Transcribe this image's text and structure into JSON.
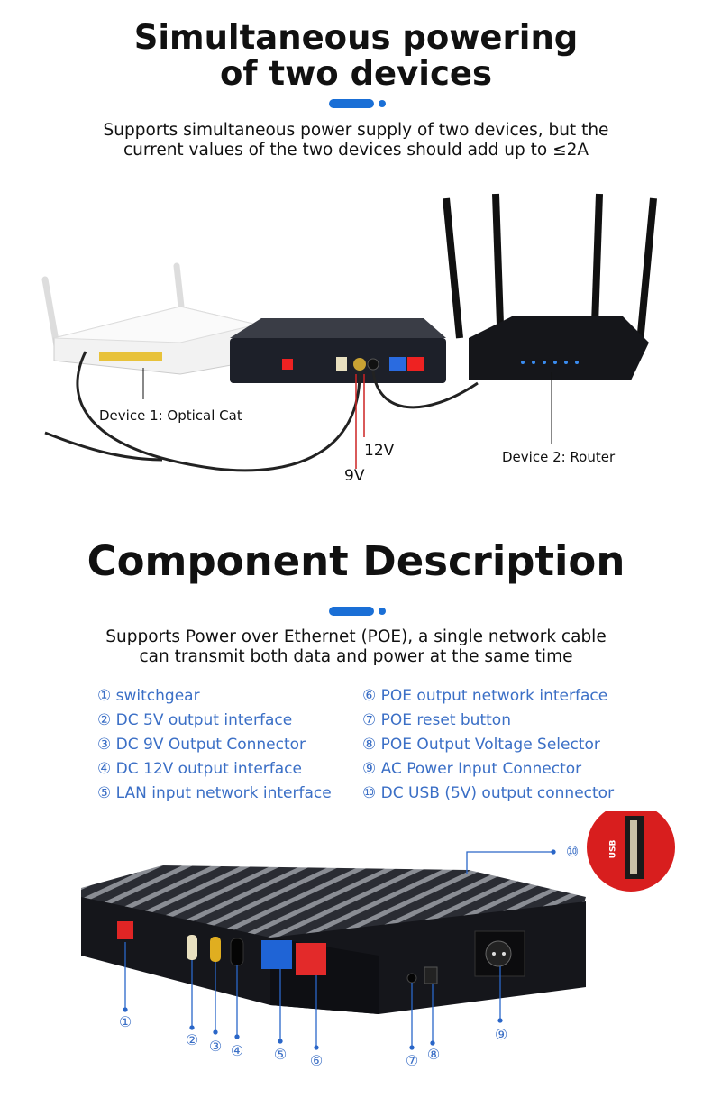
{
  "section1": {
    "title_line1": "Simultaneous powering",
    "title_line2": "of two devices",
    "subtitle_line1": "Supports simultaneous power supply of two devices, but the",
    "subtitle_line2": "current values of the two devices should add up to ≤2A",
    "labels": {
      "device1": "Device 1: Optical Cat",
      "device2": "Device 2: Router",
      "v12": "12V",
      "v9": "9V"
    }
  },
  "section2": {
    "title": "Component Description",
    "subtitle_line1": "Supports Power over Ethernet (POE), a single network cable",
    "subtitle_line2": "can transmit both data and power at the same time",
    "components": [
      {
        "num": "①",
        "label": "switchgear"
      },
      {
        "num": "②",
        "label": "DC 5V output interface"
      },
      {
        "num": "③",
        "label": "DC 9V Output Connector"
      },
      {
        "num": "④",
        "label": "DC 12V output interface"
      },
      {
        "num": "⑤",
        "label": "LAN input network interface"
      },
      {
        "num": "⑥",
        "label": "POE output network interface"
      },
      {
        "num": "⑦",
        "label": "POE reset button"
      },
      {
        "num": "⑧",
        "label": "POE Output Voltage Selector"
      },
      {
        "num": "⑨",
        "label": "AC Power Input Connector"
      },
      {
        "num": "⑩",
        "label": "DC USB (5V) output connector"
      }
    ],
    "usb_label": "USB"
  },
  "colors": {
    "accent": "#1a6fd6",
    "list_text": "#3b6fc6"
  }
}
